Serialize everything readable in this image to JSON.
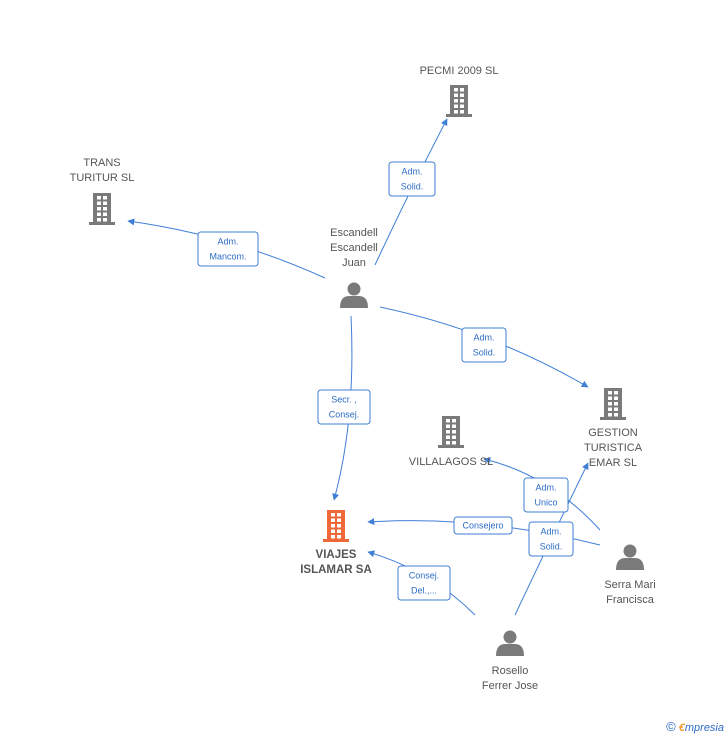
{
  "colors": {
    "company": "#7a7a7a",
    "company_main": "#f0673a",
    "person": "#7a7a7a",
    "edge": "#3f7fd6"
  },
  "nodes": [
    {
      "id": "pecmi",
      "type": "company",
      "label": [
        "PECMI 2009 SL"
      ]
    },
    {
      "id": "trans",
      "type": "company",
      "label": [
        "TRANS",
        "TURITUR SL"
      ]
    },
    {
      "id": "escandell",
      "type": "person",
      "label": [
        "Escandell",
        "Escandell",
        "Juan"
      ]
    },
    {
      "id": "gestion",
      "type": "company",
      "label": [
        "GESTION",
        "TURISTICA",
        "EMAR SL"
      ]
    },
    {
      "id": "villalagos",
      "type": "company",
      "label": [
        "VILLALAGOS SL"
      ]
    },
    {
      "id": "viajes",
      "type": "company_main",
      "label": [
        "VIAJES",
        "ISLAMAR SA"
      ]
    },
    {
      "id": "serra",
      "type": "person",
      "label": [
        "Serra Mari",
        "Francisca"
      ]
    },
    {
      "id": "rosello",
      "type": "person",
      "label": [
        "Rosello",
        "Ferrer Jose"
      ]
    }
  ],
  "edges": [
    {
      "id": "e-escandell-pecmi",
      "label": [
        "Adm.",
        "Solid."
      ]
    },
    {
      "id": "e-escandell-trans",
      "label": [
        "Adm.",
        "Mancom."
      ]
    },
    {
      "id": "e-escandell-gestion",
      "label": [
        "Adm.",
        "Solid."
      ]
    },
    {
      "id": "e-escandell-viajes",
      "label": [
        "Secr. ,",
        "Consej."
      ]
    },
    {
      "id": "e-serra-villalagos",
      "label": [
        "Adm.",
        "Unico"
      ]
    },
    {
      "id": "e-serra-viajes",
      "label": [
        "Consejero"
      ]
    },
    {
      "id": "e-rosello-gestion",
      "label": [
        "Adm.",
        "Solid."
      ]
    },
    {
      "id": "e-rosello-viajes",
      "label": [
        "Consej.",
        "Del.,..."
      ]
    }
  ],
  "footer": {
    "copyright": "©",
    "brand_e": "€",
    "brand_rest": "mpresia"
  }
}
